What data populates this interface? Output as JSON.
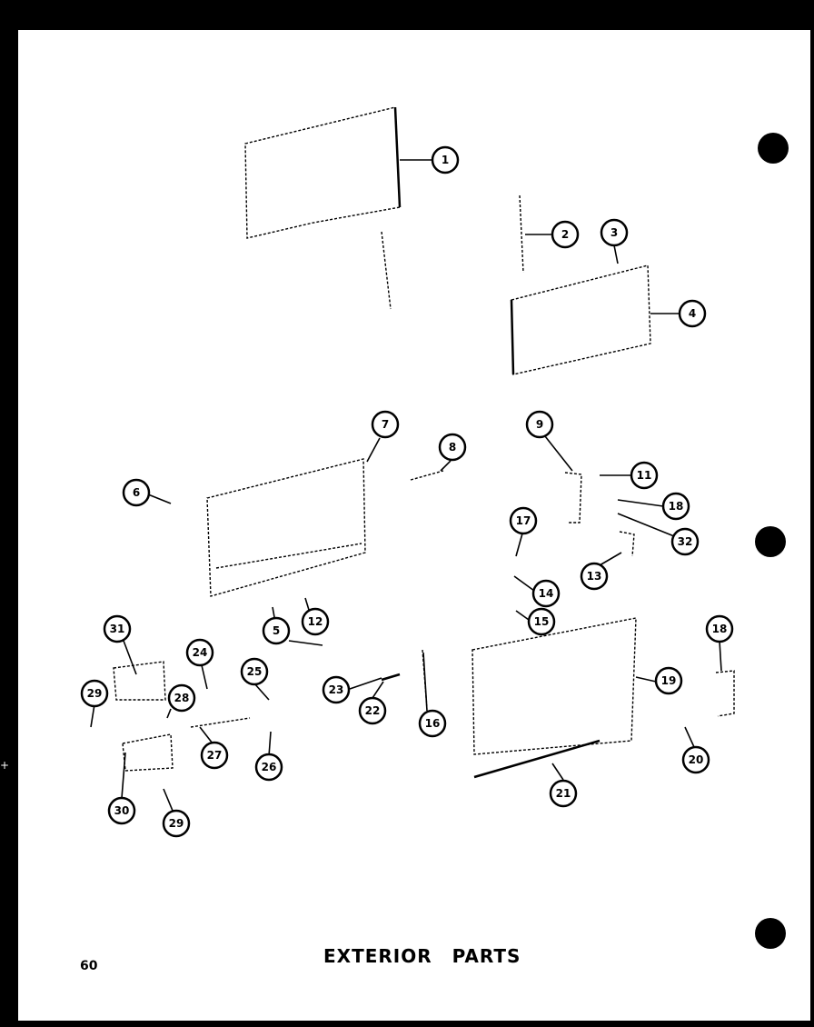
{
  "page": {
    "title": "EXTERIOR PARTS",
    "page_number": "60",
    "edge_mark": "+"
  },
  "callouts": [
    "1",
    "2",
    "3",
    "4",
    "5",
    "6",
    "7",
    "8",
    "9",
    "11",
    "18",
    "32",
    "13",
    "12",
    "17",
    "14",
    "15",
    "16",
    "31",
    "24",
    "25",
    "28",
    "29",
    "23",
    "22",
    "27",
    "26",
    "30",
    "29",
    "21",
    "19",
    "18",
    "20"
  ],
  "colors": {
    "background": "#ffffff",
    "border": "#000000",
    "ink": "#000000"
  }
}
